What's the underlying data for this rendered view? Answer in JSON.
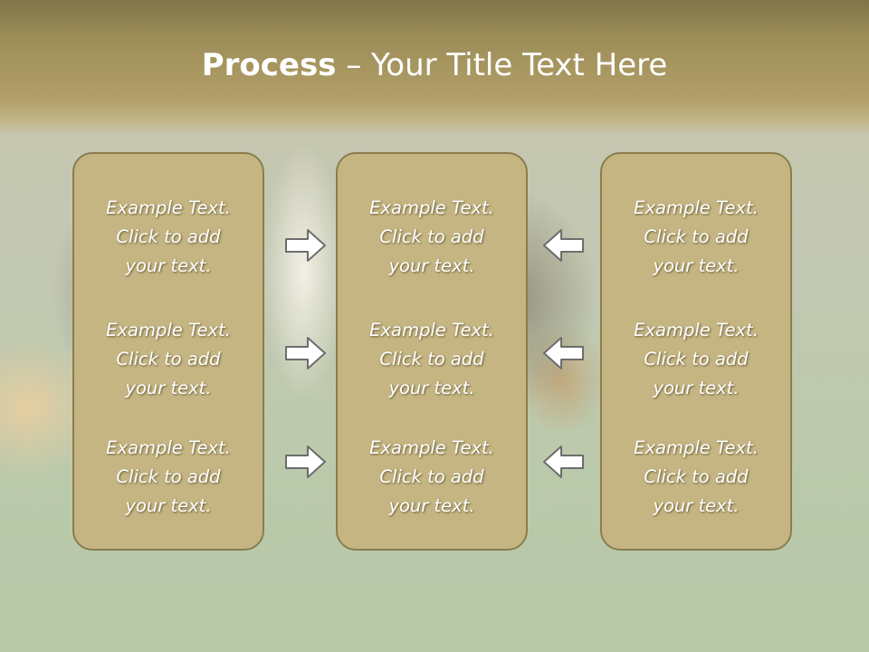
{
  "slide": {
    "title_strong": "Process",
    "title_rest": " – Your Title Text Here"
  },
  "columns": [
    {
      "blocks": [
        {
          "lines": [
            "Example Text.",
            "Click  to add",
            "your text."
          ]
        },
        {
          "lines": [
            "Example Text.",
            "Click  to add",
            "your text."
          ]
        },
        {
          "lines": [
            "Example Text.",
            "Click  to add",
            "your text."
          ]
        }
      ]
    },
    {
      "blocks": [
        {
          "lines": [
            "Example Text.",
            "Click  to add",
            "your text."
          ]
        },
        {
          "lines": [
            "Example Text.",
            "Click  to add",
            "your text."
          ]
        },
        {
          "lines": [
            "Example Text.",
            "Click  to add",
            "your text."
          ]
        }
      ]
    },
    {
      "blocks": [
        {
          "lines": [
            "Example Text.",
            "Click  to add",
            "your text."
          ]
        },
        {
          "lines": [
            "Example Text.",
            "Click  to add",
            "your text."
          ]
        },
        {
          "lines": [
            "Example Text.",
            "Click  to add",
            "your text."
          ]
        }
      ]
    }
  ],
  "arrows": {
    "left_group_direction": "right",
    "right_group_direction": "left",
    "icon": "hollow-arrow-icon"
  },
  "colors": {
    "header": "#9c8d58",
    "panel_fill": "#c5b582",
    "panel_border": "#8a7d4e",
    "text": "#ffffff"
  }
}
